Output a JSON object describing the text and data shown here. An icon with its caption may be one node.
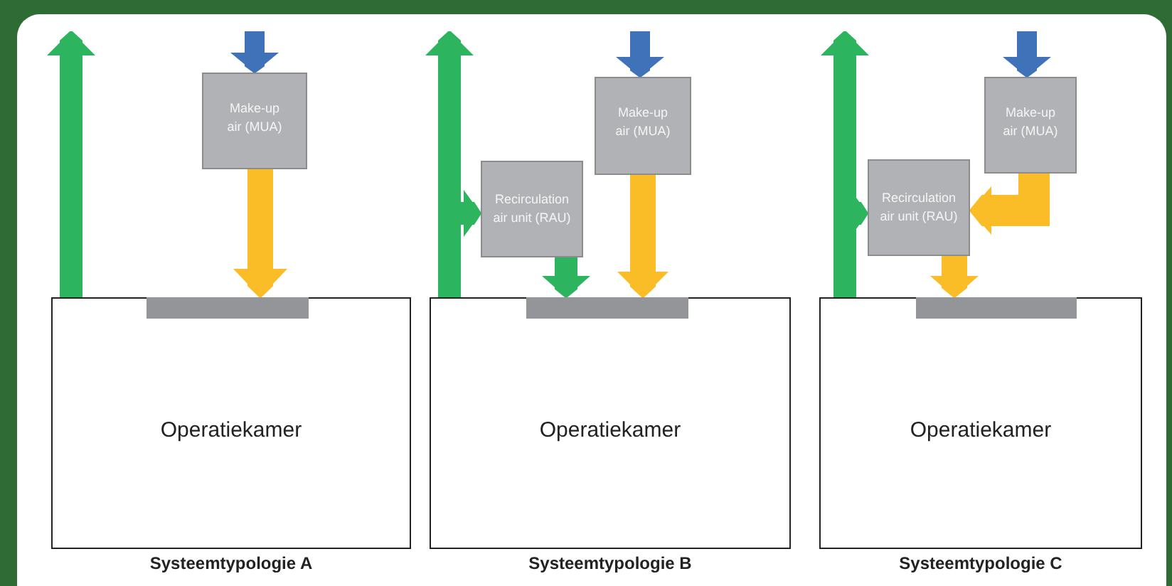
{
  "diagram": {
    "nodes": [
      {
        "text": [
          "Make-up air (MUA)"
        ]
      },
      {
        "text": [],
        "shape": "bar",
        "in": 2
      },
      {
        "text": [
          "Operatiekamer"
        ],
        "beside": [
          "Systeemtypologie A"
        ]
      },
      {
        "text": [
          "Make-up air (MUA)"
        ]
      },
      {
        "text": [
          "Recirculation air unit (RAU)"
        ]
      },
      {
        "text": [],
        "shape": "bar",
        "in": 6
      },
      {
        "text": [
          "Operatiekamer"
        ],
        "beside": [
          "Systeemtypologie B"
        ]
      },
      {
        "text": [
          "Make-up air (MUA)"
        ]
      },
      {
        "text": [
          "Recirculation air unit (RAU)"
        ]
      },
      {
        "text": [],
        "shape": "bar",
        "in": 10
      },
      {
        "text": [
          "Operatiekamer"
        ],
        "beside": [
          "Systeemtypologie C"
        ]
      }
    ],
    "edges": [
      {
        "from": null,
        "to": 0,
        "arrow": "to",
        "color": "#3f72b9"
      },
      {
        "from": 0,
        "to": 1,
        "arrow": "to",
        "color": "#fbbd27"
      },
      {
        "from": 2,
        "to": null,
        "arrow": "to",
        "color": "#2db45e"
      },
      {
        "from": null,
        "to": 3,
        "arrow": "to",
        "color": "#3f72b9"
      },
      {
        "from": 3,
        "to": 5,
        "arrow": "to",
        "color": "#fbbd27"
      },
      {
        "from": 4,
        "to": 5,
        "arrow": "to",
        "color": "#2db45e"
      },
      {
        "from": 6,
        "to": null,
        "arrow": "to",
        "color": "#2db45e"
      },
      {
        "from": 6,
        "to": 4,
        "arrow": "to",
        "color": "#2db45e"
      },
      {
        "from": null,
        "to": 7,
        "arrow": "to",
        "color": "#3f72b9"
      },
      {
        "from": 7,
        "to": 8,
        "arrow": "to",
        "color": "#fbbd27"
      },
      {
        "from": 8,
        "to": 9,
        "arrow": "to",
        "color": "#fbbd27"
      },
      {
        "from": 10,
        "to": null,
        "arrow": "to",
        "color": "#2db45e"
      },
      {
        "from": 10,
        "to": 8,
        "arrow": "to",
        "color": "#2db45e"
      }
    ]
  }
}
